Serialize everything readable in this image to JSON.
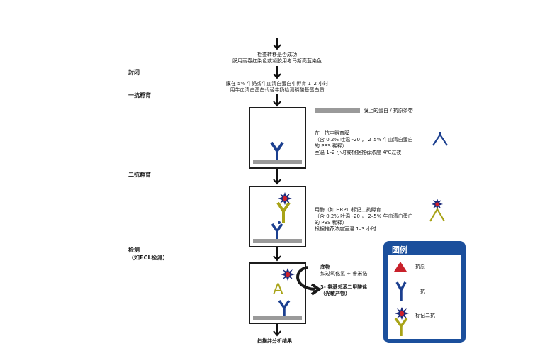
{
  "top_note": {
    "line1": "检查转移是否成功",
    "line2": "膜用丽春红染色或凝胶用考马斯亮蓝染色"
  },
  "steps": {
    "blocking": "封闭",
    "primary": "一抗孵育",
    "secondary": "二抗孵育",
    "detection_line1": "检测",
    "detection_line2": "（如ECL检测）"
  },
  "blocking_note": {
    "line1": "膜在 5% 牛奶或牛血清白蛋白中孵育 1–2 小时",
    "line2": "用牛血清白蛋白代替牛奶检测磷酸基蛋白质"
  },
  "band_label": "膜上的蛋白 / 抗原条带",
  "primary_note": {
    "line1": "在一抗中孵育膜",
    "line2": "（含 0.2% 吐温 -20 ， 2–5% 牛血清白蛋白",
    "line3": "的 PBS 稀释）",
    "line4": "室温 1–2 小时或根据推荐浓度 4℃过夜"
  },
  "secondary_note": {
    "line1": "用酶（如 HRP）标记二抗孵育",
    "line2": "（含 0.2% 吐温 -20 ， 2–5% 牛血清白蛋白",
    "line3": "的 PBS 稀释）",
    "line4": "根据推荐浓度室温 1–3 小时"
  },
  "detection_note": {
    "substrate": "底物",
    "substrate_example": "如过氧化氢 + 鲁米诺",
    "product_line1": "3- 氨基邻苯二甲酸盐",
    "product_line2": "（光敏产物）"
  },
  "product_letter": "A",
  "final_step": "扫描并分析结果",
  "legend": {
    "title": "图例",
    "antigen": "抗原",
    "primary": "一抗",
    "secondary": "标记二抗"
  },
  "colors": {
    "primary_antibody": "#1b3f8f",
    "secondary_antibody": "#a8a317",
    "hrp_star": "#1b2a7a",
    "hrp_core": "#d0202a",
    "antigen": "#c8202a",
    "membrane": "#9a9a9a",
    "legend_bg": "#1b4f9c"
  }
}
